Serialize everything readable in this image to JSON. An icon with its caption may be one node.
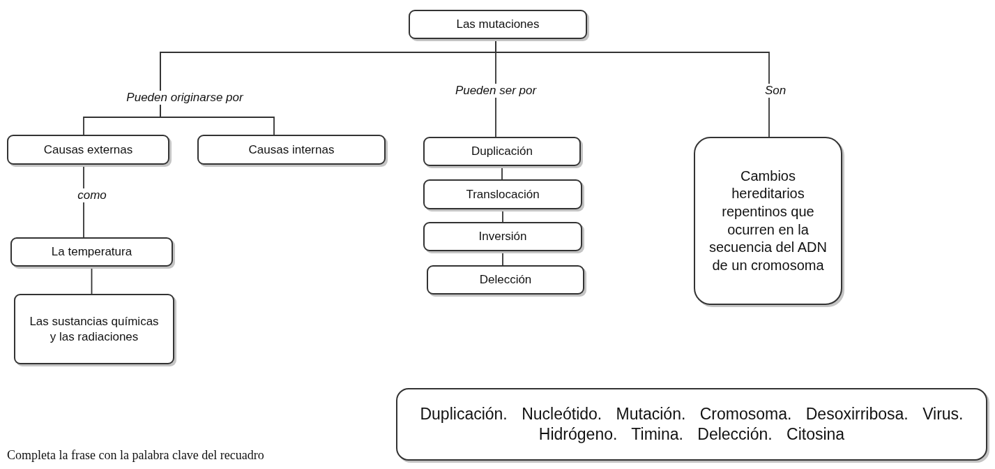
{
  "diagram": {
    "nodes": [
      {
        "text": [
          "Las mutaciones"
        ]
      },
      {
        "text": [
          "Causas externas"
        ]
      },
      {
        "text": [
          "Causas internas"
        ]
      },
      {
        "text": [
          "Duplicación"
        ]
      },
      {
        "text": [
          "Translocación"
        ]
      },
      {
        "text": [
          "Inversión"
        ]
      },
      {
        "text": [
          "Delección"
        ]
      },
      {
        "text": [
          "Cambios hereditarios repentinos que ocurren en la secuencia del ADN de un cromosoma"
        ]
      },
      {
        "text": [
          "La temperatura"
        ]
      },
      {
        "text": [
          "Las sustancias químicas y las radiaciones"
        ]
      },
      {
        "text": [
          "Duplicación. Nucleótido. Mutación. Cromosoma. Desoxirribosa. Virus. Hidrógeno. Timina. Delección. Citosina"
        ]
      }
    ],
    "edges": [
      {
        "from": 0,
        "to": 1,
        "arrow": "none",
        "label": "Pueden originarse por"
      },
      {
        "from": 0,
        "to": 2,
        "arrow": "none"
      },
      {
        "from": 0,
        "to": 3,
        "arrow": "none",
        "label": "Pueden ser por"
      },
      {
        "from": 3,
        "to": 4,
        "arrow": "none"
      },
      {
        "from": 4,
        "to": 5,
        "arrow": "none"
      },
      {
        "from": 5,
        "to": 6,
        "arrow": "none"
      },
      {
        "from": 0,
        "to": 7,
        "arrow": "none",
        "label": "Son"
      },
      {
        "from": 1,
        "to": 8,
        "arrow": "none",
        "label": "como"
      },
      {
        "from": 8,
        "to": 9,
        "arrow": "none"
      }
    ],
    "labels": [
      "Completa la frase con la palabra clave del recuadro"
    ]
  }
}
